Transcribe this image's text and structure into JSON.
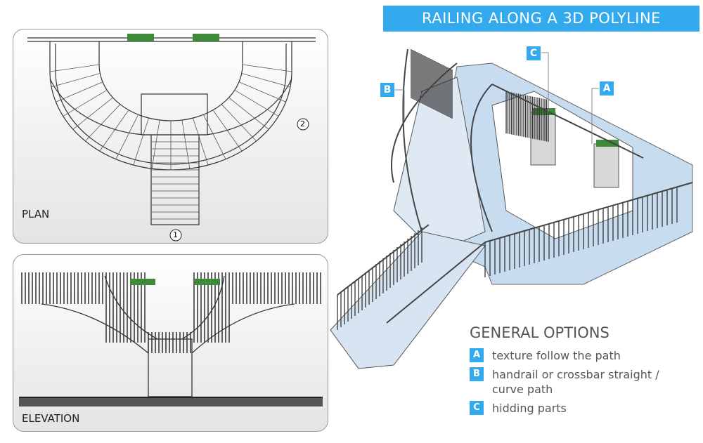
{
  "title": "RAILING ALONG A 3D POLYLINE",
  "plan": {
    "label": "PLAN",
    "markers": [
      "1",
      "2"
    ]
  },
  "elevation": {
    "label": "ELEVATION"
  },
  "callouts": {
    "a": "A",
    "b": "B",
    "c": "C"
  },
  "options": {
    "heading": "GENERAL OPTIONS",
    "items": [
      {
        "tag": "A",
        "text": "texture follow the path"
      },
      {
        "tag": "B",
        "text": "handrail or crossbar straight / curve path"
      },
      {
        "tag": "C",
        "text": "hidding parts"
      }
    ]
  },
  "colors": {
    "accent": "#33aaee",
    "glass": "#c8dcf0",
    "plant": "#3f8a3a"
  }
}
